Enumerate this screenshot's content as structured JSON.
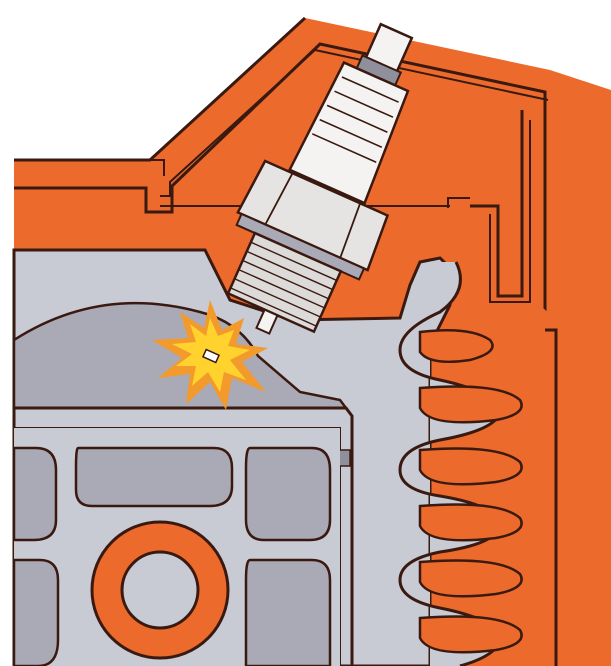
{
  "colors": {
    "background": "#ffffff",
    "engine_orange": "#ec6a2c",
    "outline": "#3a1a10",
    "gray_light": "#c8cad4",
    "gray_mid": "#a9aab6",
    "gray_dark": "#8f909c",
    "plug_white": "#f4f3f1",
    "spark_yellow": "#ffd22e",
    "spark_orange": "#f39a2c"
  },
  "parts": {
    "cylinder_head": {
      "icon": "cylinder-head-shape"
    },
    "cooling_fins": {
      "icon": "cooling-fins-shape",
      "count": 6
    },
    "spark_plug": {
      "icon": "spark-plug-shape"
    },
    "spark": {
      "icon": "spark-burst-shape"
    },
    "combustion_chamber": {
      "icon": "combustion-chamber-shape"
    },
    "piston": {
      "icon": "piston-shape"
    },
    "connecting_rod_eye": {
      "icon": "connecting-rod-eye-shape"
    }
  }
}
